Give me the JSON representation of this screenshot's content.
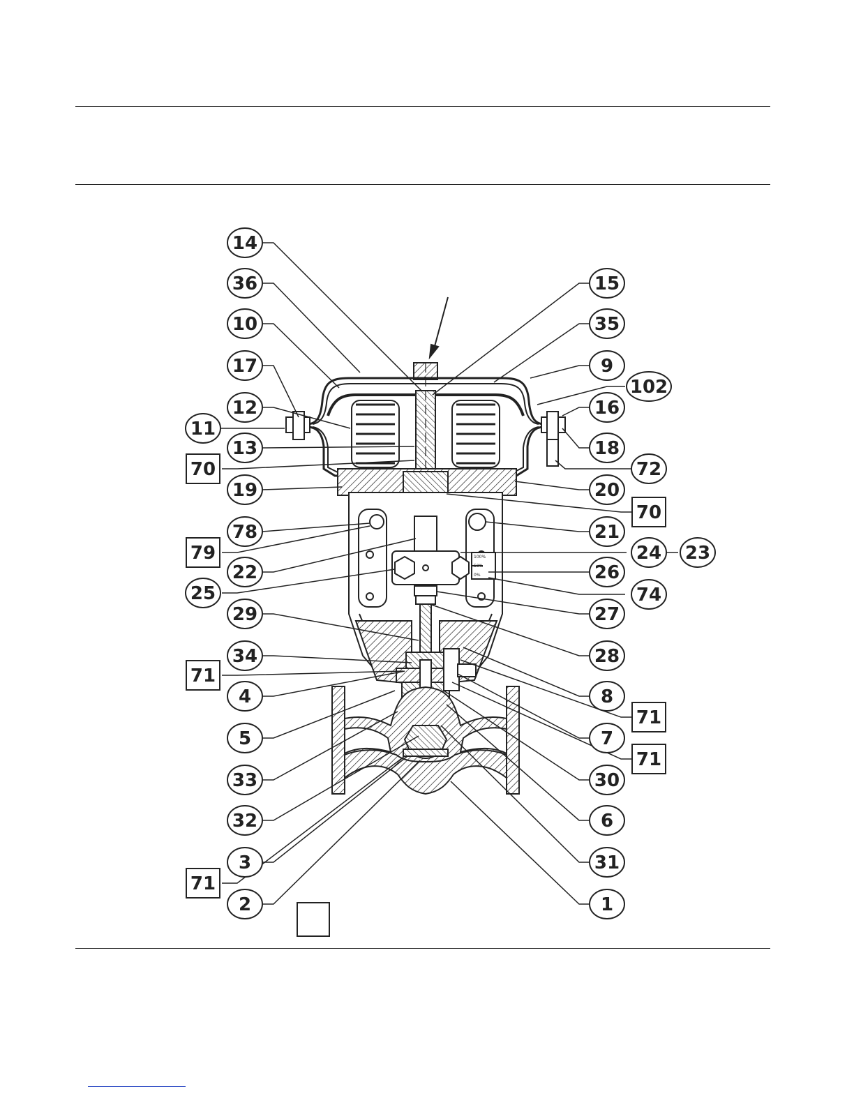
{
  "diagram": {
    "left_callouts": [
      {
        "label": "14",
        "shape": "circle"
      },
      {
        "label": "36",
        "shape": "circle"
      },
      {
        "label": "10",
        "shape": "circle"
      },
      {
        "label": "17",
        "shape": "circle"
      },
      {
        "label": "12",
        "shape": "circle"
      },
      {
        "label": "11",
        "shape": "circle"
      },
      {
        "label": "13",
        "shape": "circle"
      },
      {
        "label": "70",
        "shape": "box"
      },
      {
        "label": "19",
        "shape": "circle"
      },
      {
        "label": "78",
        "shape": "circle"
      },
      {
        "label": "79",
        "shape": "box"
      },
      {
        "label": "22",
        "shape": "circle"
      },
      {
        "label": "25",
        "shape": "circle"
      },
      {
        "label": "29",
        "shape": "circle"
      },
      {
        "label": "34",
        "shape": "circle"
      },
      {
        "label": "71",
        "shape": "box"
      },
      {
        "label": "4",
        "shape": "circle"
      },
      {
        "label": "5",
        "shape": "circle"
      },
      {
        "label": "33",
        "shape": "circle"
      },
      {
        "label": "32",
        "shape": "circle"
      },
      {
        "label": "3",
        "shape": "circle"
      },
      {
        "label": "71",
        "shape": "box"
      },
      {
        "label": "2",
        "shape": "circle"
      }
    ],
    "right_callouts": [
      {
        "label": "15",
        "shape": "circle"
      },
      {
        "label": "35",
        "shape": "circle"
      },
      {
        "label": "9",
        "shape": "circle"
      },
      {
        "label": "102",
        "shape": "circle"
      },
      {
        "label": "16",
        "shape": "circle"
      },
      {
        "label": "18",
        "shape": "circle"
      },
      {
        "label": "72",
        "shape": "circle"
      },
      {
        "label": "20",
        "shape": "circle"
      },
      {
        "label": "70",
        "shape": "box"
      },
      {
        "label": "21",
        "shape": "circle"
      },
      {
        "label": "24",
        "shape": "circle"
      },
      {
        "label": "23",
        "shape": "circle"
      },
      {
        "label": "26",
        "shape": "circle"
      },
      {
        "label": "74",
        "shape": "circle"
      },
      {
        "label": "27",
        "shape": "circle"
      },
      {
        "label": "28",
        "shape": "circle"
      },
      {
        "label": "8",
        "shape": "circle"
      },
      {
        "label": "71",
        "shape": "box"
      },
      {
        "label": "7",
        "shape": "circle"
      },
      {
        "label": "71",
        "shape": "box"
      },
      {
        "label": "30",
        "shape": "circle"
      },
      {
        "label": "6",
        "shape": "circle"
      },
      {
        "label": "31",
        "shape": "circle"
      },
      {
        "label": "1",
        "shape": "circle"
      }
    ],
    "scale_plate": [
      "100%",
      "50%",
      "0%"
    ]
  }
}
